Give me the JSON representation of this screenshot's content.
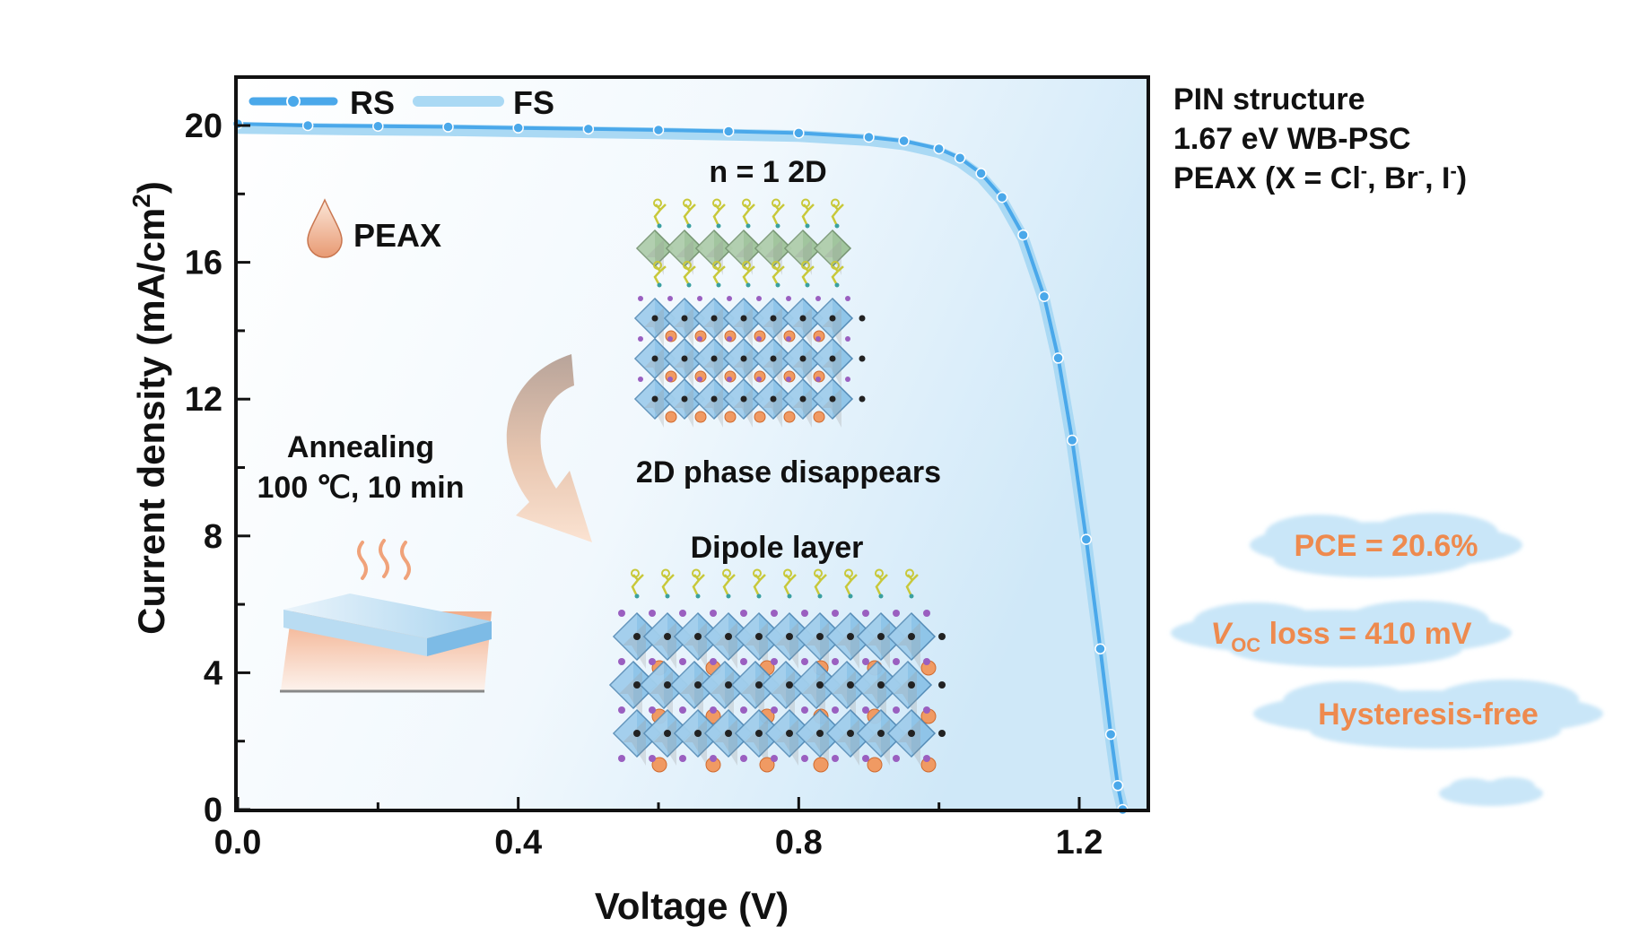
{
  "chart_data": {
    "type": "line",
    "xlabel": "Voltage (V)",
    "ylabel": "Current density (mA/cm",
    "ylabel_sup": "2",
    "ylabel_close": ")",
    "xlim": [
      0.0,
      1.3
    ],
    "ylim": [
      0,
      20.5
    ],
    "x_ticks": [
      "0.0",
      "0.4",
      "0.8",
      "1.2"
    ],
    "x_tick_values": [
      0.0,
      0.4,
      0.8,
      1.2
    ],
    "y_ticks": [
      "0",
      "4",
      "8",
      "12",
      "16",
      "20"
    ],
    "y_tick_values": [
      0,
      4,
      8,
      12,
      16,
      20
    ],
    "legend_position": "top-left",
    "series": [
      {
        "name": "RS",
        "color": "#4aa8ea",
        "marker": "circle",
        "x": [
          0.0,
          0.1,
          0.2,
          0.3,
          0.4,
          0.5,
          0.6,
          0.7,
          0.8,
          0.9,
          0.95,
          1.0,
          1.03,
          1.06,
          1.09,
          1.12,
          1.15,
          1.17,
          1.19,
          1.21,
          1.23,
          1.245,
          1.255,
          1.262
        ],
        "y": [
          20.05,
          20.0,
          19.98,
          19.96,
          19.93,
          19.9,
          19.87,
          19.83,
          19.78,
          19.66,
          19.55,
          19.32,
          19.05,
          18.6,
          17.9,
          16.8,
          15.0,
          13.2,
          10.8,
          7.9,
          4.7,
          2.2,
          0.7,
          0.0
        ]
      },
      {
        "name": "FS",
        "color": "#aad9f4",
        "marker": "none",
        "x": [
          0.0,
          0.1,
          0.2,
          0.3,
          0.4,
          0.5,
          0.6,
          0.7,
          0.8,
          0.9,
          0.95,
          1.0,
          1.03,
          1.06,
          1.09,
          1.12,
          1.15,
          1.17,
          1.19,
          1.21,
          1.23,
          1.245,
          1.255,
          1.262
        ],
        "y": [
          19.93,
          19.9,
          19.88,
          19.86,
          19.83,
          19.8,
          19.77,
          19.73,
          19.69,
          19.57,
          19.45,
          19.22,
          18.95,
          18.5,
          17.8,
          16.7,
          14.9,
          13.1,
          10.7,
          7.8,
          4.6,
          2.1,
          0.6,
          0.0
        ]
      }
    ]
  },
  "annotations": {
    "peax": "PEAX",
    "annealing_line1": "Annealing",
    "annealing_line2": "100 ℃, 10 min",
    "n1_2d": "n = 1 2D",
    "phase_disappears": "2D phase disappears",
    "dipole_layer": "Dipole layer"
  },
  "info": {
    "line1": "PIN structure",
    "line2": "1.67 eV WB-PSC",
    "line3_prefix": "PEAX (X = Cl",
    "line3_sup1": "-",
    "line3_mid1": ", Br",
    "line3_sup2": "-",
    "line3_mid2": ", I",
    "line3_sup3": "-",
    "line3_suffix": ")"
  },
  "metrics": {
    "pce": "PCE = 20.6%",
    "voc_v": "V",
    "voc_sub": "OC",
    "voc_rest": " loss = 410 mV",
    "hysteresis": "Hysteresis-free"
  },
  "colors": {
    "rs": "#4aa8ea",
    "fs": "#aad9f4",
    "accent_orange": "#ee8a4e",
    "cloud": "#c9e6f8",
    "octahedron_blue": "#8cc3e8",
    "octahedron_green": "#9ec39a",
    "cation": "#f09a63",
    "halide": "#9a5fc0",
    "organic": "#c8c83a"
  }
}
